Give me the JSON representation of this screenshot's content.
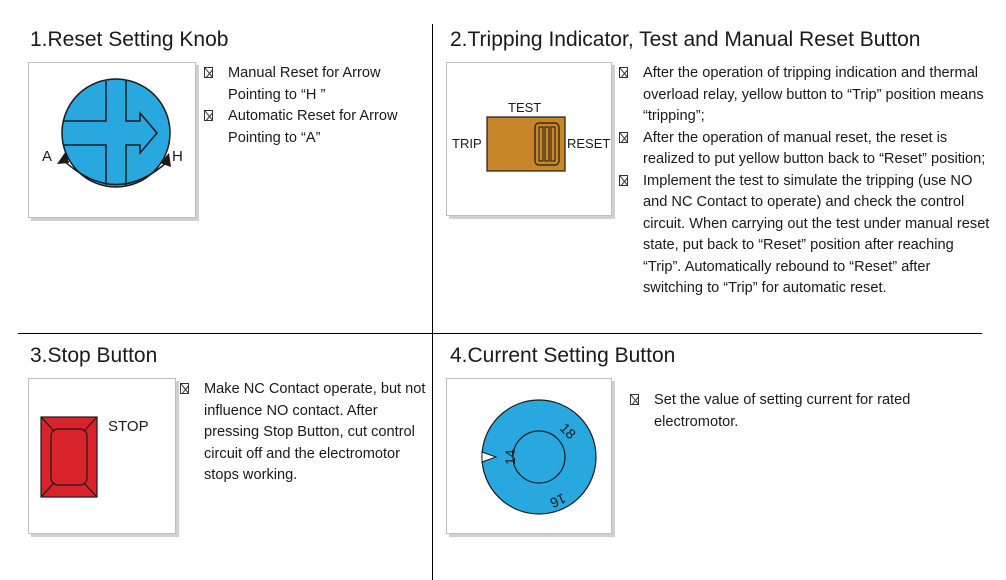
{
  "sections": {
    "reset_knob": {
      "title": "1.Reset Setting Knob",
      "label_a": "A",
      "label_h": "H",
      "bullets": [
        "Manual Reset for Arrow Pointing to “H ”",
        "Automatic Reset for Arrow Pointing to “A”"
      ]
    },
    "tripping": {
      "title": "2.Tripping Indicator, Test and Manual Reset Button",
      "label_test": "TEST",
      "label_trip": "TRIP",
      "label_reset": "RESET",
      "bullets": [
        "After the operation of tripping indication and thermal  overload relay, yellow button to “Trip” position means “tripping”;",
        "After the operation of manual reset, the reset is realized to put yellow button back to “Reset” position;",
        "Implement the test to simulate the tripping (use NO and NC Contact to operate) and check the control circuit. When carrying out the test under manual reset state, put back to “Reset” position after reaching “Trip”. Automatically rebound to “Reset” after switching to “Trip” for automatic reset."
      ]
    },
    "stop": {
      "title": "3.Stop Button",
      "label_stop": "STOP",
      "bullets": [
        "Make NC Contact operate, but not influence NO contact. After pressing Stop Button, cut control circuit off and the electromotor stops working."
      ]
    },
    "current": {
      "title": "4.Current Setting Button",
      "dial_labels": [
        "14",
        "18",
        "16"
      ],
      "bullets": [
        "Set the value of setting current for rated electromotor."
      ]
    }
  },
  "colors": {
    "knob_blue": "#29a8e0",
    "tester_orange": "#c8862a",
    "stop_red": "#d8232a"
  }
}
